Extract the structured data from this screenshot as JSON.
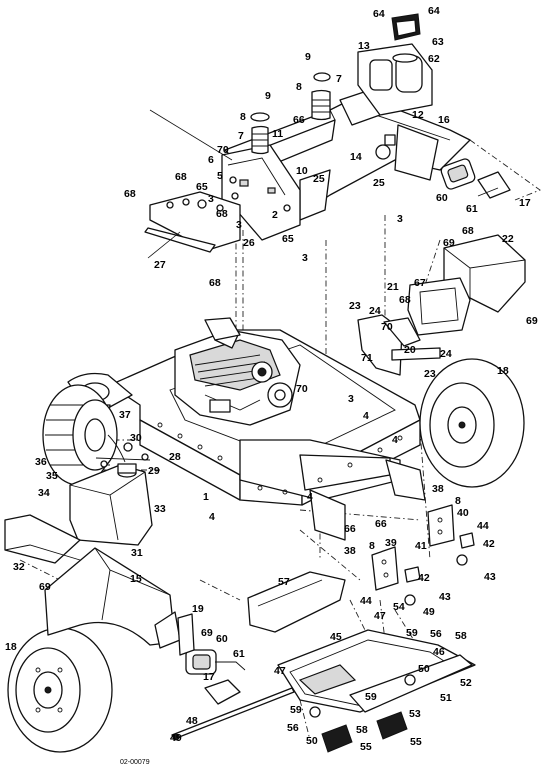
{
  "drawing_number": "02-00079",
  "callouts": [
    {
      "n": "64"
    },
    {
      "n": "64"
    },
    {
      "n": "63"
    },
    {
      "n": "13"
    },
    {
      "n": "62"
    },
    {
      "n": "9"
    },
    {
      "n": "7"
    },
    {
      "n": "8"
    },
    {
      "n": "9"
    },
    {
      "n": "8"
    },
    {
      "n": "7"
    },
    {
      "n": "12"
    },
    {
      "n": "16"
    },
    {
      "n": "11"
    },
    {
      "n": "66"
    },
    {
      "n": "70"
    },
    {
      "n": "14"
    },
    {
      "n": "6"
    },
    {
      "n": "10"
    },
    {
      "n": "5"
    },
    {
      "n": "25"
    },
    {
      "n": "25"
    },
    {
      "n": "65"
    },
    {
      "n": "3"
    },
    {
      "n": "60"
    },
    {
      "n": "61"
    },
    {
      "n": "17"
    },
    {
      "n": "68"
    },
    {
      "n": "68"
    },
    {
      "n": "2"
    },
    {
      "n": "68"
    },
    {
      "n": "3"
    },
    {
      "n": "3"
    },
    {
      "n": "26"
    },
    {
      "n": "65"
    },
    {
      "n": "27"
    },
    {
      "n": "3"
    },
    {
      "n": "68"
    },
    {
      "n": "69"
    },
    {
      "n": "68"
    },
    {
      "n": "22"
    },
    {
      "n": "21"
    },
    {
      "n": "67"
    },
    {
      "n": "68"
    },
    {
      "n": "23"
    },
    {
      "n": "24"
    },
    {
      "n": "69"
    },
    {
      "n": "70"
    },
    {
      "n": "20"
    },
    {
      "n": "24"
    },
    {
      "n": "71"
    },
    {
      "n": "23"
    },
    {
      "n": "70"
    },
    {
      "n": "18"
    },
    {
      "n": "3"
    },
    {
      "n": "4"
    },
    {
      "n": "37"
    },
    {
      "n": "30"
    },
    {
      "n": "4"
    },
    {
      "n": "36"
    },
    {
      "n": "28"
    },
    {
      "n": "35"
    },
    {
      "n": "29"
    },
    {
      "n": "34"
    },
    {
      "n": "33"
    },
    {
      "n": "1"
    },
    {
      "n": "4"
    },
    {
      "n": "38"
    },
    {
      "n": "8"
    },
    {
      "n": "40"
    },
    {
      "n": "44"
    },
    {
      "n": "4"
    },
    {
      "n": "66"
    },
    {
      "n": "66"
    },
    {
      "n": "39"
    },
    {
      "n": "41"
    },
    {
      "n": "42"
    },
    {
      "n": "43"
    },
    {
      "n": "32"
    },
    {
      "n": "31"
    },
    {
      "n": "38"
    },
    {
      "n": "8"
    },
    {
      "n": "69"
    },
    {
      "n": "15"
    },
    {
      "n": "57"
    },
    {
      "n": "42"
    },
    {
      "n": "44"
    },
    {
      "n": "43"
    },
    {
      "n": "54"
    },
    {
      "n": "47"
    },
    {
      "n": "49"
    },
    {
      "n": "19"
    },
    {
      "n": "45"
    },
    {
      "n": "59"
    },
    {
      "n": "56"
    },
    {
      "n": "58"
    },
    {
      "n": "69"
    },
    {
      "n": "60"
    },
    {
      "n": "61"
    },
    {
      "n": "46"
    },
    {
      "n": "50"
    },
    {
      "n": "52"
    },
    {
      "n": "18"
    },
    {
      "n": "47"
    },
    {
      "n": "17"
    },
    {
      "n": "59"
    },
    {
      "n": "51"
    },
    {
      "n": "53"
    },
    {
      "n": "48"
    },
    {
      "n": "59"
    },
    {
      "n": "56"
    },
    {
      "n": "58"
    },
    {
      "n": "49"
    },
    {
      "n": "50"
    },
    {
      "n": "55"
    },
    {
      "n": "55"
    }
  ]
}
